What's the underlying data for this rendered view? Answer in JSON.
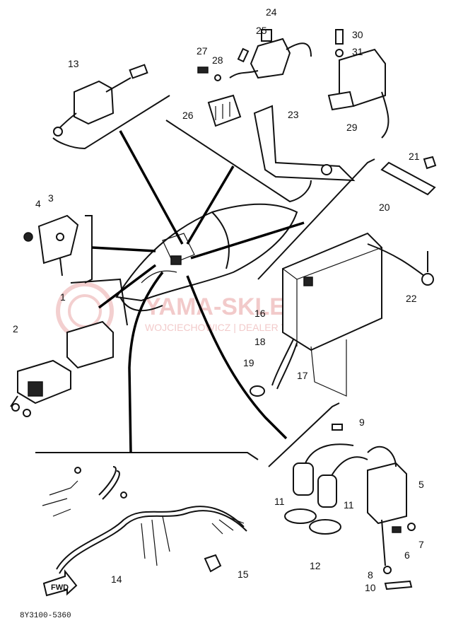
{
  "diagram_code": "8Y3100-5360",
  "fwd_label": "FWD",
  "watermark": {
    "site": "YAMA-SKLEP.PL",
    "dealer": "WOJCIECHOWICZ | DEALER YAMAHA"
  },
  "callouts": {
    "c1": "1",
    "c2": "2",
    "c3": "3",
    "c4": "4",
    "c5": "5",
    "c6": "6",
    "c7": "7",
    "c8": "8",
    "c9": "9",
    "c10": "10",
    "c11a": "11",
    "c11b": "11",
    "c12": "12",
    "c13": "13",
    "c14": "14",
    "c15": "15",
    "c16": "16",
    "c17": "17",
    "c18": "18",
    "c19": "19",
    "c20": "20",
    "c21": "21",
    "c22": "22",
    "c23": "23",
    "c24": "24",
    "c25": "25",
    "c26": "26",
    "c27": "27",
    "c28": "28",
    "c29": "29",
    "c30": "30",
    "c31": "31"
  }
}
